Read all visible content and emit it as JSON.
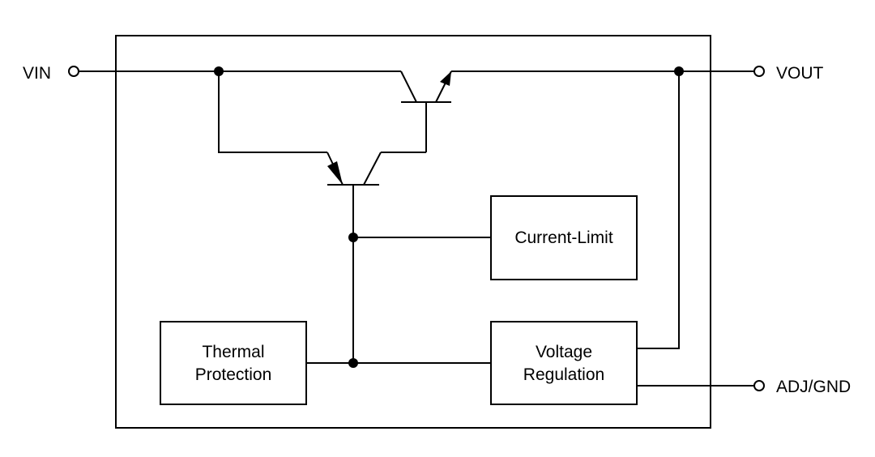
{
  "pins": {
    "vin": "VIN",
    "vout": "VOUT",
    "adj": "ADJ/GND"
  },
  "blocks": {
    "current_limit": "Current-Limit",
    "thermal_line1": "Thermal",
    "thermal_line2": "Protection",
    "voltage_line1": "Voltage",
    "voltage_line2": "Regulation"
  }
}
